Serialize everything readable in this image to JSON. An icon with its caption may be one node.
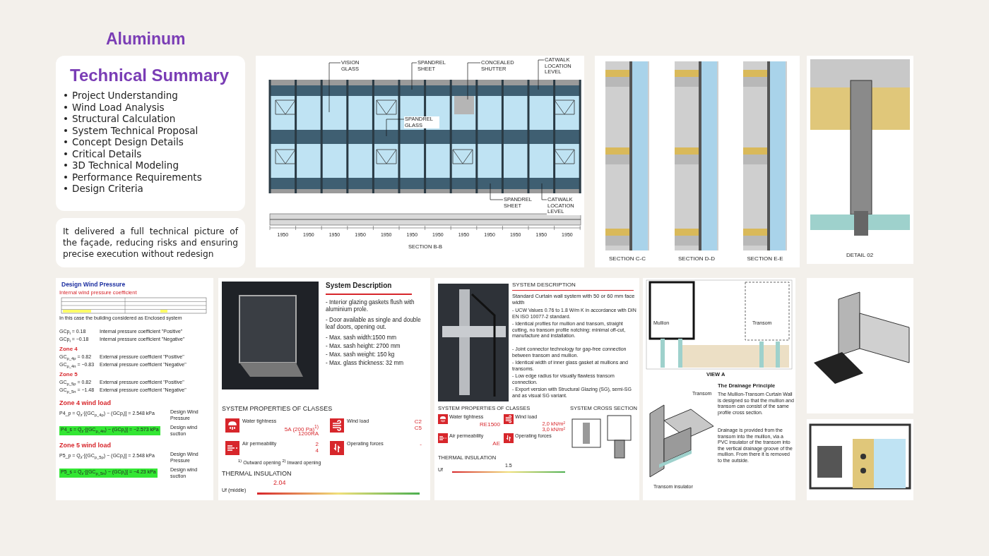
{
  "diagram": {
    "title": "Aluminum",
    "nodes": [
      {
        "text": [
          "Technical Summary",
          "Project Understanding",
          "Wind Load Analysis",
          "Structural Calculation",
          "System Technical Proposal",
          "Concept Design Details",
          "Critical Details",
          "3D Technical Modeling",
          "Performance Requirements",
          "Design Criteria"
        ]
      },
      {
        "text": [
          "It delivered a full technical picture of the façade, reducing risks and ensuring precise execution without redesign"
        ]
      },
      {
        "text": [
          "VISION GLASS"
        ]
      },
      {
        "text": [
          "SPANDREL SHEET"
        ]
      },
      {
        "text": [
          "CONCEALED SHUTTER"
        ]
      },
      {
        "text": [
          "CATWALK LOCATION LEVEL"
        ]
      },
      {
        "text": [
          "SPANDREL GLASS"
        ]
      },
      {
        "text": [
          "SPANDREL SHEET"
        ]
      },
      {
        "text": [
          "CATWALK LOCATION LEVEL"
        ]
      }
    ],
    "edges": [
      {
        "from": 2,
        "to": null,
        "arrow": "none"
      },
      {
        "from": 3,
        "to": null,
        "arrow": "none"
      },
      {
        "from": 4,
        "to": null,
        "arrow": "none"
      },
      {
        "from": 5,
        "to": null,
        "arrow": "none"
      },
      {
        "from": 6,
        "to": null,
        "arrow": "none"
      },
      {
        "from": 7,
        "to": null,
        "arrow": "none"
      },
      {
        "from": 8,
        "to": null,
        "arrow": "none"
      }
    ],
    "labels": [
      "1950",
      "1950",
      "1950",
      "1950",
      "1950",
      "1950",
      "1950",
      "1950",
      "1950",
      "1950",
      "1950",
      "1950",
      "SECTION B-B",
      "SECTION C-C",
      "SECTION D-D",
      "SECTION E-E",
      "DETAIL 02",
      "Design Wind Pressure",
      "Internal wind pressure coefficient",
      "In this case the building considered as Enclosed system",
      "GCp$_{i}$ = 0.18",
      "Internal pressure coefficient \"Positive\"",
      "GCp$_{i}$ = −0.18",
      "Internal pressure coefficient \"Negative\"",
      "Zone 4",
      "GC$_{p_4p}$ = 0.82",
      "External pressure coefficient \"Positive\"",
      "GC$_{p_4n}$ = −0.83",
      "External pressure coefficient \"Negative\"",
      "Zone 5",
      "GC$_{p_5p}$ = 0.82",
      "External pressure coefficient \"Positive\"",
      "GC$_{p_5n}$ = −1.48",
      "External pressure coefficient \"Negative\"",
      "Zone 4 wind load",
      "P4_p = Q$_{z}$·[(GC$_{p_4p}$) − (GCp$_{i}$)] = 2.548 kPa",
      "Design Wind Pressure",
      "P4_s = Q$_{z}$·[(GC$_{p_4n}$) − (GCp$_{i}$)] = −2.573 kPa",
      "Design wind suction",
      "Zone 5 wind load",
      "P5_p = Q$_{z}$·[(GC$_{p_5p}$) − (GCp$_{i}$)] = 2.548 kPa",
      "Design Wind Pressure",
      "P5_s = Q$_{z}$·[(GC$_{p_5n}$) − (GCp$_{i}$)] = −4.23 kPa",
      "Design wind suction",
      "System Description",
      "- Interior glazing gaskets flush with aluminium prole.",
      "- Door available as single and double leaf doors, opening out.",
      "- Max. sash width:1500 mm",
      "- Max. sash height: 2700 mm",
      "- Max. sash weight: 150 kg",
      "- Max. glass thickness: 32 mm",
      "SYSTEM PROPERTIES OF CLASSES",
      "Water tightness",
      "5A (200 Pa)$^{1)}$",
      "1200RA",
      "Wind load",
      "C2",
      "C5",
      "Air permeability",
      "2",
      "4",
      "Operating forces",
      "-",
      "$^{1)}$ Outward opening $^{2)}$ Inward opening",
      "THERMAL INSULATION",
      "Uf (middle)",
      "2.04",
      "SYSTEM DESCRIPTION",
      "Standard Curtain wall system with 50 or 60 mm face width",
      "- UCW Values 0.76 to 1.8 W/m K in accordance with DIN EN ISO 10077-2 standard.",
      "- Identical profiles for mullion and transom, straight cutting, no transom profile notching: minimal off-cut, manufacture and installation.",
      "- Joint connector technology for gap-free connection between transom and mullion.",
      "- Identical width of inner glass gasket at mullions and transoms.",
      "- Low edge radius for visually flawless transom connection.",
      "- Export version with Structural Glazing (SG), semi-SG and as visual SG variant.",
      "SYSTEM PROPERTIES OF CLASSES",
      "Water tightness",
      "RE1500",
      "Wind load",
      "2,0 kN/m²",
      "3,0 kN/m²",
      "Air permeability",
      "AE",
      "Operating forces",
      "SYSTEM CROSS SECTION",
      "THERMAL INSULATION",
      "Uf",
      "1.5",
      "Mullion",
      "Transom",
      "VIEW A",
      "The Drainage Principle",
      "The Mullion-Transom Curtain Wall is designed so that the mullion and transom can consist of the same profile cross section.",
      "Drainage is provided from the transom into the mullion, via a PVC insulator of the transom into the vertical drainage groove of the mullion. From there it is removed to the outside.",
      "Transom",
      "Transom insulator"
    ]
  }
}
